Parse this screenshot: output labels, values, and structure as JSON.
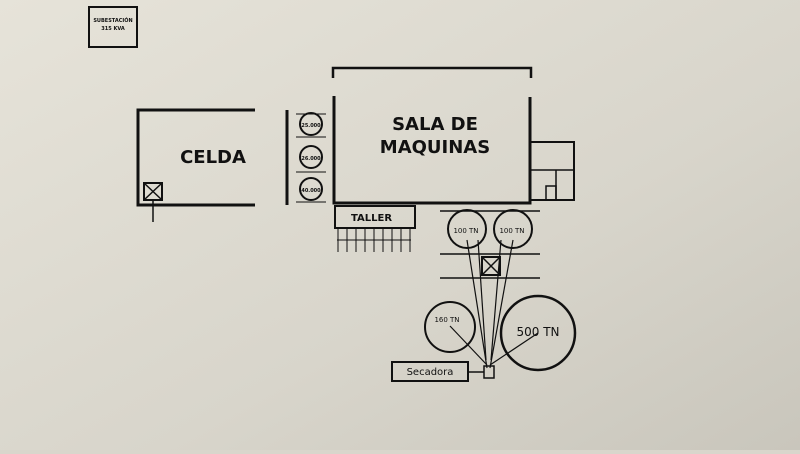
{
  "labels": {
    "substation": [
      "SUBESTACIÓN",
      "315 KVA"
    ],
    "celda": "CELDA",
    "machine_room": [
      "SALA DE",
      "MAQUINAS"
    ],
    "taller": "TALLER",
    "tank_1": "25.000",
    "tank_2": "26.000",
    "tank_3": "40.000",
    "silo_1": "100 TN",
    "silo_2": "100 TN",
    "silo_3": "160 TN",
    "silo_4": "500 TN",
    "dryer": "Secadora"
  },
  "colors": {
    "background": "#d9d6cc",
    "ink": "#111111"
  }
}
